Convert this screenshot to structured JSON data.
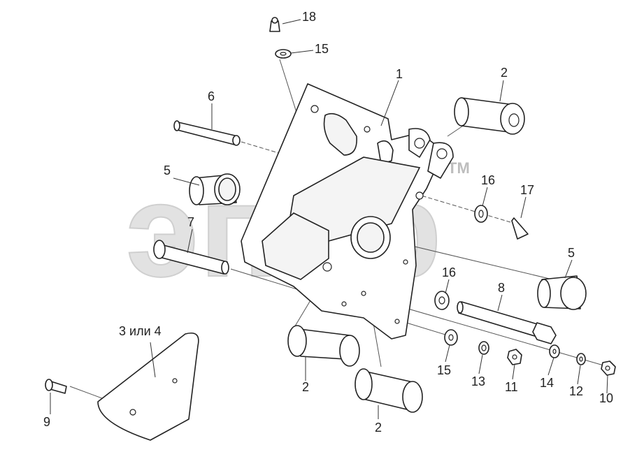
{
  "watermark": {
    "text": "эпор",
    "trademark": "ТМ"
  },
  "callouts": {
    "c1": "1",
    "c2a": "2",
    "c2b": "2",
    "c2c": "2",
    "c3": "3 или 4",
    "c5a": "5",
    "c5b": "5",
    "c6": "6",
    "c7": "7",
    "c8": "8",
    "c9": "9",
    "c10": "10",
    "c11": "11",
    "c12": "12",
    "c13": "13",
    "c14": "14",
    "c15a": "15",
    "c15b": "15",
    "c16a": "16",
    "c16b": "16",
    "c17": "17",
    "c18": "18"
  }
}
